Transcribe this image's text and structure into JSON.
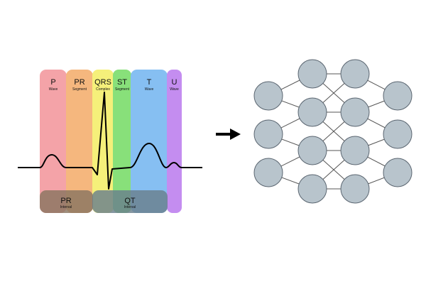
{
  "ecg": {
    "bands": [
      {
        "label": "P",
        "sublabel": "Wave",
        "color": "#f4a3a8"
      },
      {
        "label": "PR",
        "sublabel": "Segment",
        "color": "#f5b77e"
      },
      {
        "label": "QRS",
        "sublabel": "Complex",
        "color": "#f5f07a"
      },
      {
        "label": "ST",
        "sublabel": "Segment",
        "color": "#88e07a"
      },
      {
        "label": "T",
        "sublabel": "Wave",
        "color": "#86bff2"
      },
      {
        "label": "U",
        "sublabel": "Wave",
        "color": "#c48df0"
      }
    ],
    "intervals": [
      {
        "label": "PR",
        "sublabel": "Interval",
        "color": "#8a7560"
      },
      {
        "label": "QT",
        "sublabel": "Interval",
        "color": "#6a7f8c"
      }
    ],
    "trace_color": "#000000"
  },
  "arrow": {
    "color": "#000000"
  },
  "network": {
    "layers": [
      3,
      4,
      4,
      3
    ],
    "node_fill": "#b8c4cc",
    "node_stroke": "#5a6570",
    "edge_color": "#555555"
  }
}
